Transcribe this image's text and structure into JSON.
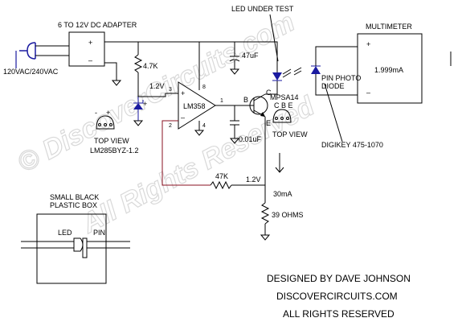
{
  "labels": {
    "adapter": "6 TO 12V DC ADAPTER",
    "ac_input": "120VAC/240VAC",
    "led_under_test": "LED UNDER TEST",
    "multimeter": "MULTIMETER",
    "meter_reading": "1.999mA",
    "r_4k7": "4.7K",
    "v_ref": "1.2V",
    "op_amp": "LM358",
    "pin_8": "8",
    "pin_3": "3",
    "pin_2": "2",
    "pin_4": "4",
    "pin_1": "1",
    "c_47uf": "47uF",
    "c_001uf": "0.01uF",
    "transistor": "MPSA14",
    "pins_cbe": "C B E",
    "pin_c": "C",
    "pin_b": "B",
    "pin_e": "E",
    "top_view_1": "TOP VIEW",
    "top_view_2": "TOP VIEW",
    "reg_part": "LM285BYZ-1.2",
    "reg_minus": "-",
    "reg_plus": "+",
    "r_47k": "47K",
    "v_emitter": "1.2V",
    "current": "30mA",
    "r_39": "39 OHMS",
    "photodiode": "PIN PHOTO\nDIODE",
    "digikey": "DIGIKEY 475-1070",
    "box_label": "SMALL BLACK\nPLASTIC BOX",
    "box_led": "LED",
    "box_pin": "PIN",
    "adapter_plus": "+",
    "adapter_minus": "–",
    "meter_plus": "+",
    "meter_minus": "–",
    "zener_plus": "+",
    "opamp_plus": "+",
    "opamp_minus": "–"
  },
  "credits": {
    "line1": "DESIGNED BY DAVE JOHNSON",
    "line2": "DISCOVERCIRCUITS.COM",
    "line3": "ALL RIGHTS RESERVED"
  },
  "watermark": {
    "line1": "© DiscoverCircuits.com",
    "line2": "All Rights Reserved"
  },
  "colors": {
    "wire": "#000000",
    "dark_wire": "#8a1020",
    "watermark": "#d9d9d9",
    "component_blue": "#1a1aa0",
    "mains_blue": "#1a1aa0"
  }
}
